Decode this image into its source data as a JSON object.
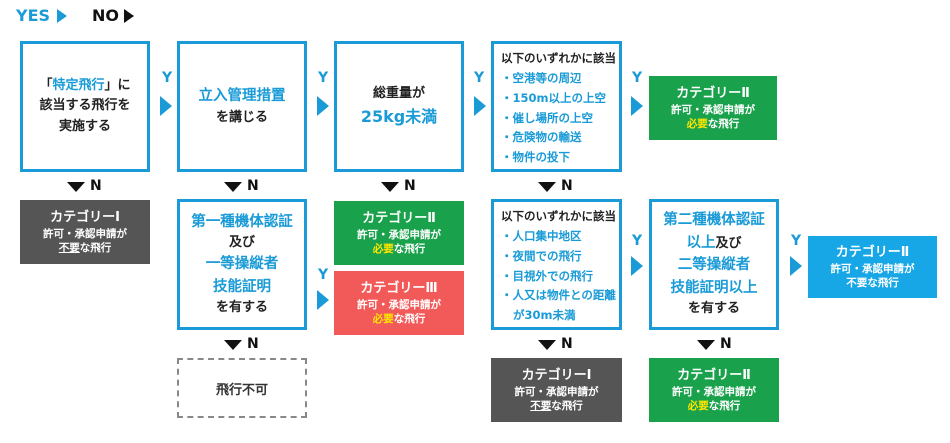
{
  "legend": {
    "yes": "YES",
    "no": "NO"
  },
  "nodes": {
    "specific_flight": {
      "line1_open": "「",
      "line1_hl": "特定飛行",
      "line1_close": "」に",
      "line2": "該当する飛行を",
      "line3": "実施する"
    },
    "entry_mgmt": {
      "line1": "立入管理措置",
      "line2": "を講じる"
    },
    "weight": {
      "line1": "総重量が",
      "line2": "25kg未満"
    },
    "list_a": {
      "head": "以下のいずれかに該当",
      "items": [
        "・空港等の周辺",
        "・150m以上の上空",
        "・催し場所の上空",
        "・危険物の輸送",
        "・物件の投下"
      ]
    },
    "cert1": {
      "line1": "第一種機体認証",
      "line2": "及び",
      "line3": "一等操縦者",
      "line4": "技能証明",
      "line5": "を有する"
    },
    "list_b": {
      "head": "以下のいずれかに該当",
      "items": [
        "・人口集中地区",
        "・夜間での飛行",
        "・目視外での飛行",
        "・人又は物件との距離",
        "が30m未満"
      ]
    },
    "cert2": {
      "line1": "第二種機体認証",
      "line2a": "以上",
      "line2b": "及び",
      "line3": "二等操縦者",
      "line4": "技能証明以上",
      "line5": "を有する"
    }
  },
  "results": {
    "cat2_top": {
      "title": "カテゴリーⅡ",
      "sub1": "許可・承認申請が",
      "sub2a": "必要",
      "sub2b": "な飛行",
      "color": "#1aa14b"
    },
    "cat1_left": {
      "title": "カテゴリーⅠ",
      "sub1": "許可・承認申請が",
      "sub2a": "不要",
      "sub2b": "な飛行",
      "color": "#555555"
    },
    "cat2_mid": {
      "title": "カテゴリーⅡ",
      "sub1": "許可・承認申請が",
      "sub2a": "必要",
      "sub2b": "な飛行",
      "color": "#1aa14b"
    },
    "cat3": {
      "title": "カテゴリーⅢ",
      "sub1": "許可・承認申請が",
      "sub2a": "必要",
      "sub2b": "な飛行",
      "color": "#f25a5a"
    },
    "cat2_right": {
      "title": "カテゴリーⅡ",
      "sub1": "許可・承認申請が",
      "sub2": "不要な飛行",
      "color": "#17a7e6"
    },
    "cat1_bottom": {
      "title": "カテゴリーⅠ",
      "sub1": "許可・承認申請が",
      "sub2a": "不要",
      "sub2b": "な飛行",
      "color": "#555555"
    },
    "cat2_bottom": {
      "title": "カテゴリーⅡ",
      "sub1": "許可・承認申請が",
      "sub2a": "必要",
      "sub2b": "な飛行",
      "color": "#1aa14b"
    },
    "no_flight": {
      "label": "飛行不可"
    }
  },
  "edge_labels": {
    "yes": "Y",
    "no": "N"
  }
}
